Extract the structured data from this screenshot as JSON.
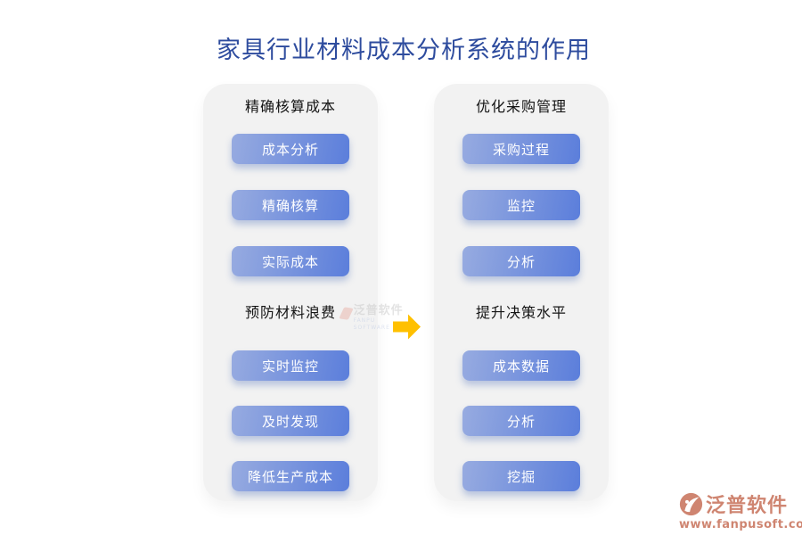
{
  "title": "家具行业材料成本分析系统的作用",
  "panels": [
    {
      "sections": [
        {
          "header": "精确核算成本",
          "buttons": [
            "成本分析",
            "精确核算",
            "实际成本"
          ]
        },
        {
          "header": "预防材料浪费",
          "buttons": [
            "实时监控",
            "及时发现",
            "降低生产成本"
          ]
        }
      ]
    },
    {
      "sections": [
        {
          "header": "优化采购管理",
          "buttons": [
            "采购过程",
            "监控",
            "分析"
          ]
        },
        {
          "header": "提升决策水平",
          "buttons": [
            "成本数据",
            "分析",
            "挖掘"
          ]
        }
      ]
    }
  ],
  "arrow": {
    "name": "right-arrow-icon",
    "color": "#ffc000"
  },
  "watermark_center": {
    "brand": "泛普软件",
    "subtext": "FANPU SOFTWARE"
  },
  "watermark_footer": {
    "brand": "泛普软件",
    "url": "www.fanpusoft.com",
    "color": "#cf8571"
  },
  "colors": {
    "title": "#2e4c9e",
    "panel_bg": "#f2f2f2",
    "button_gradient_start": "#97abe0",
    "button_gradient_end": "#5b7edb",
    "button_text": "#ffffff",
    "header_text": "#141414"
  }
}
